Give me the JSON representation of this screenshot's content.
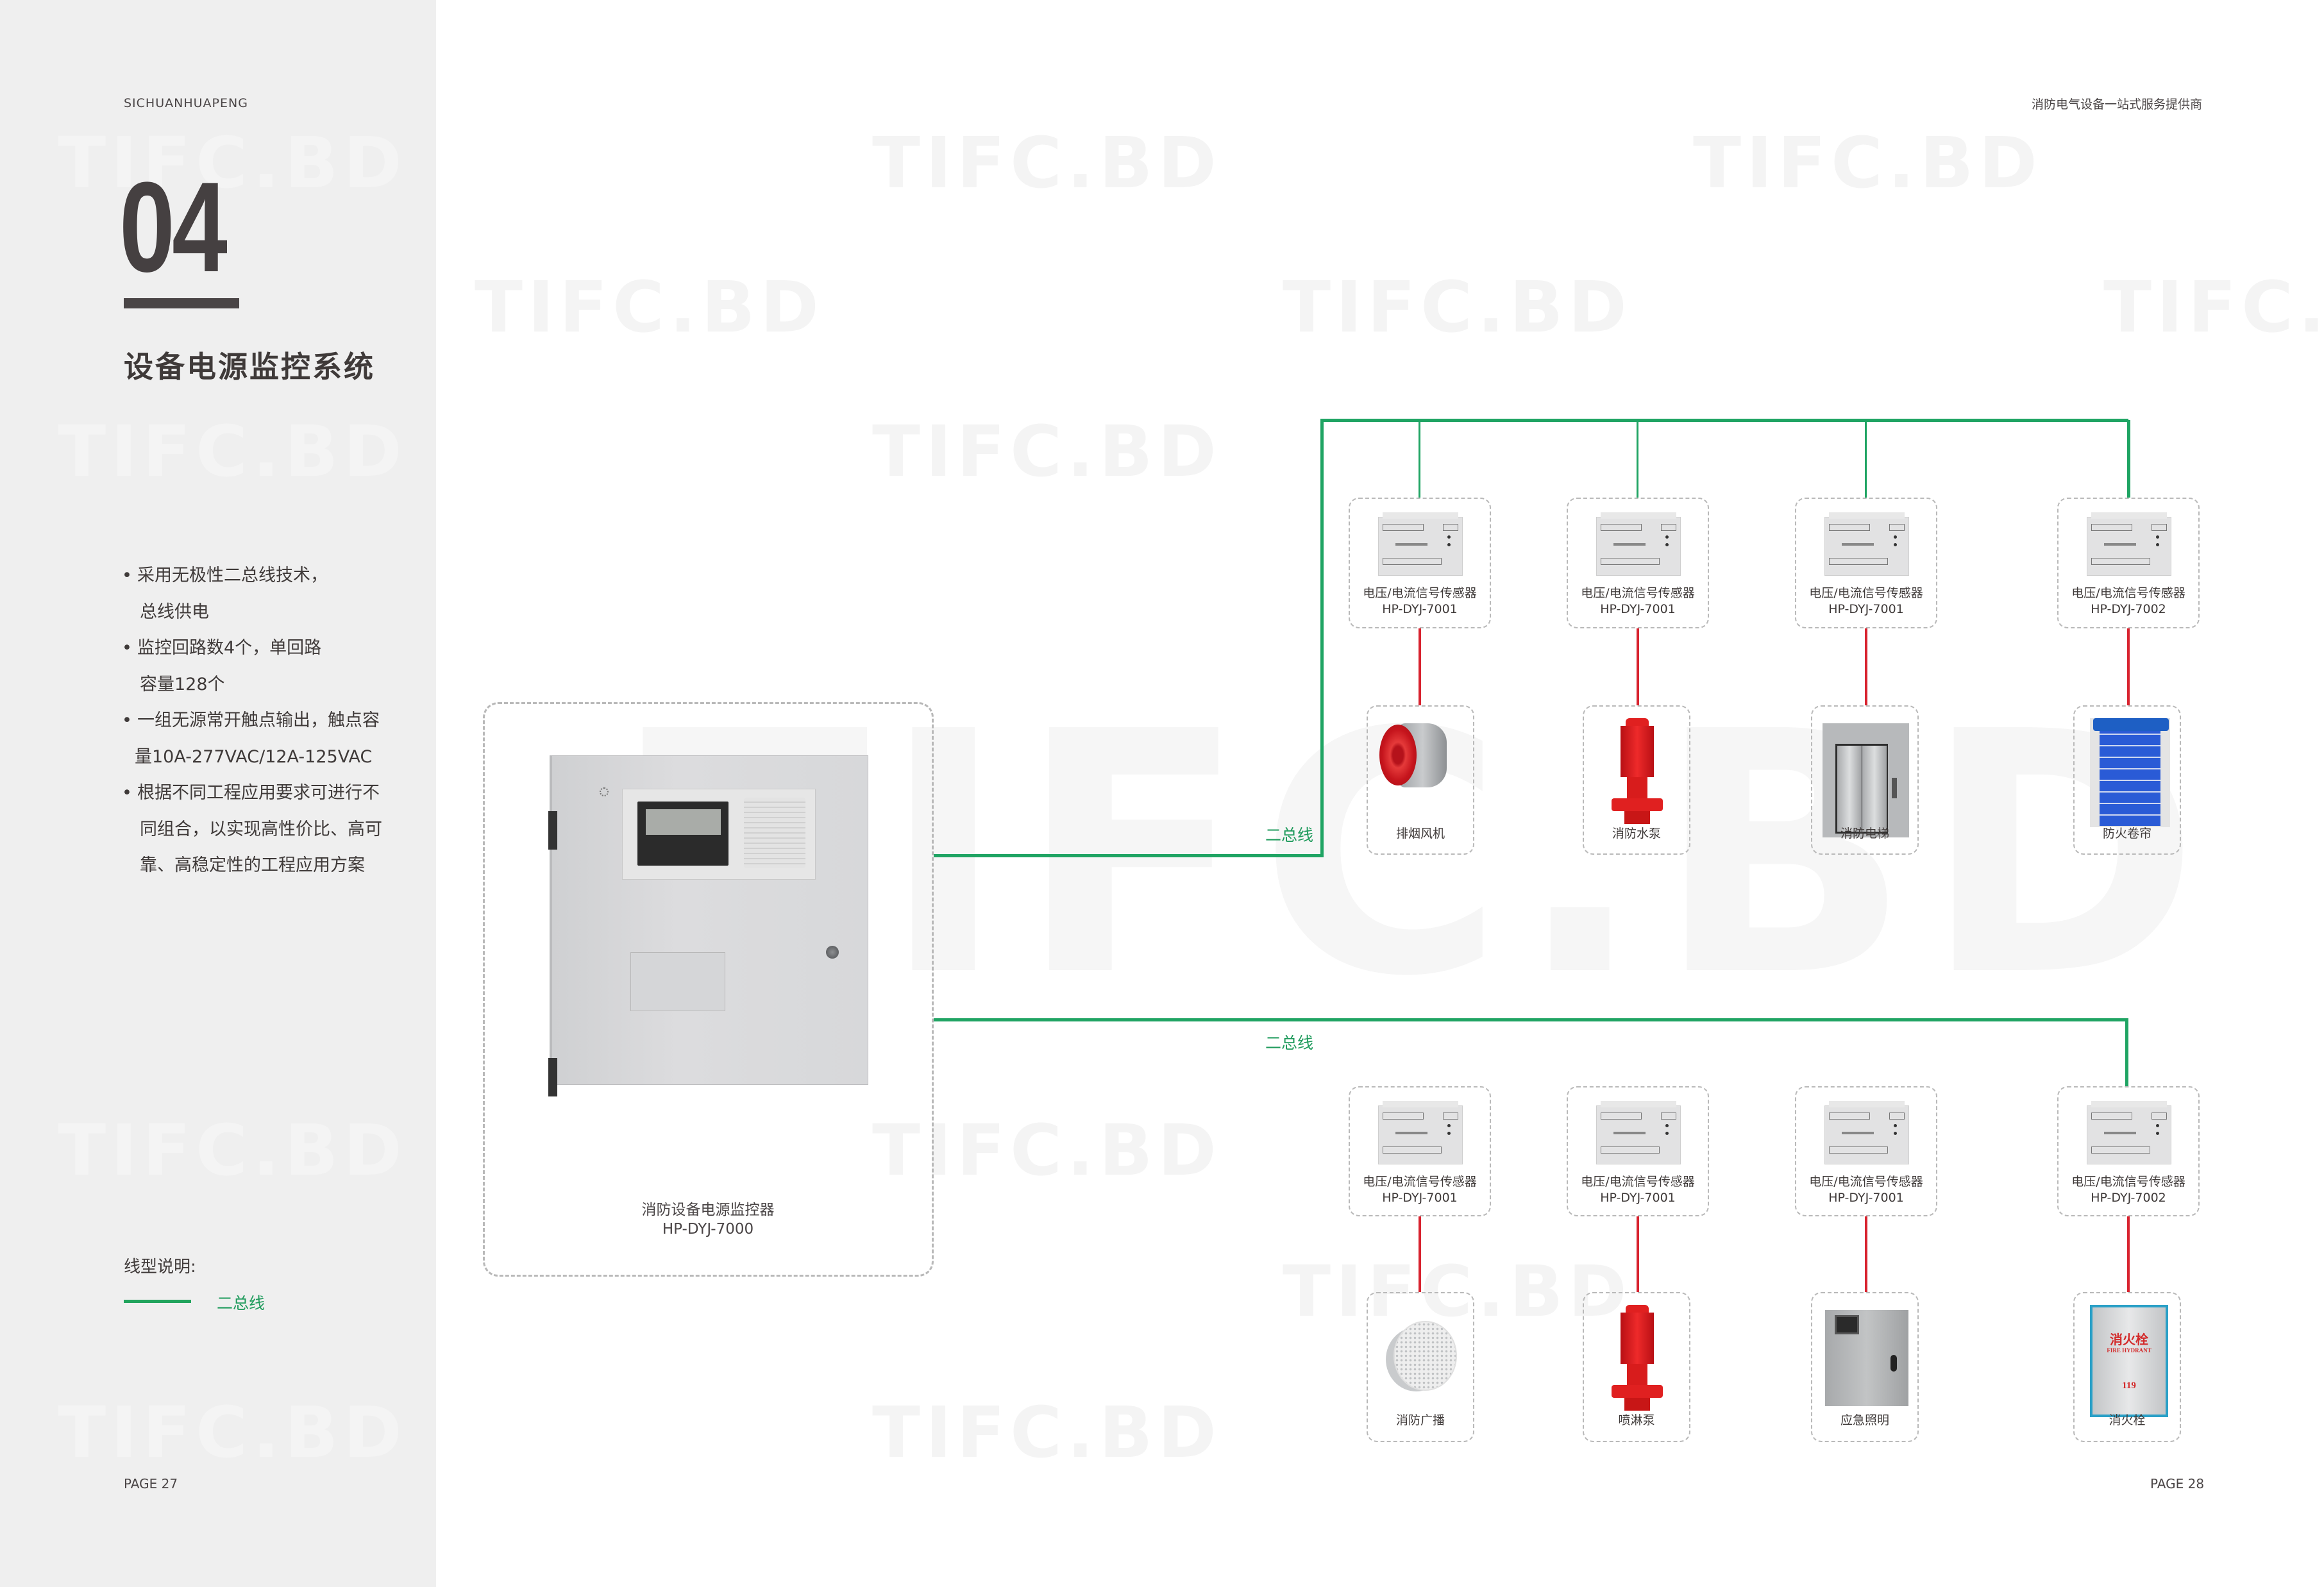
{
  "header": {
    "brand": "SICHUANHUAPENG",
    "tagline": "消防电气设备一站式服务提供商"
  },
  "section": {
    "number": "04",
    "title": "设备电源监控系统"
  },
  "features": [
    {
      "lines": [
        "采用无极性二总线技术，",
        "总线供电"
      ]
    },
    {
      "lines": [
        "监控回路数4个，单回路",
        "容量128个"
      ]
    },
    {
      "lines": [
        "一组无源常开触点输出，触点容",
        "量10A-277VAC/12A-125VAC"
      ]
    },
    {
      "lines": [
        "根据不同工程应用要求可进行不",
        "同组合，以实现高性价比、高可",
        "靠、高稳定性的工程应用方案"
      ]
    }
  ],
  "legend": {
    "title": "线型说明:",
    "items": [
      {
        "label": "二总线",
        "color": "#1fa463"
      }
    ]
  },
  "controller": {
    "name": "消防设备电源监控器",
    "model": "HP-DYJ-7000"
  },
  "buses": [
    {
      "label": "二总线",
      "branches": [
        {
          "sensor_name": "电压/电流信号传感器",
          "sensor_model": "HP-DYJ-7001",
          "device": "排烟风机",
          "device_icon": "smoke-exhaust-fan-icon"
        },
        {
          "sensor_name": "电压/电流信号传感器",
          "sensor_model": "HP-DYJ-7001",
          "device": "消防水泵",
          "device_icon": "fire-water-pump-icon"
        },
        {
          "sensor_name": "电压/电流信号传感器",
          "sensor_model": "HP-DYJ-7001",
          "device": "消防电梯",
          "device_icon": "fire-elevator-icon"
        },
        {
          "sensor_name": "电压/电流信号传感器",
          "sensor_model": "HP-DYJ-7002",
          "device": "防火卷帘",
          "device_icon": "fire-shutter-icon"
        }
      ]
    },
    {
      "label": "二总线",
      "branches": [
        {
          "sensor_name": "电压/电流信号传感器",
          "sensor_model": "HP-DYJ-7001",
          "device": "消防广播",
          "device_icon": "fire-speaker-icon"
        },
        {
          "sensor_name": "电压/电流信号传感器",
          "sensor_model": "HP-DYJ-7001",
          "device": "喷淋泵",
          "device_icon": "sprinkler-pump-icon"
        },
        {
          "sensor_name": "电压/电流信号传感器",
          "sensor_model": "HP-DYJ-7001",
          "device": "应急照明",
          "device_icon": "emergency-lighting-box-icon"
        },
        {
          "sensor_name": "电压/电流信号传感器",
          "sensor_model": "HP-DYJ-7002",
          "device": "消火栓",
          "device_icon": "fire-hydrant-cabinet-icon"
        }
      ]
    }
  ],
  "hydrant_sign": {
    "cn": "消火栓",
    "en": "FIRE HYDRANT",
    "phone": "119"
  },
  "watermark": "TIFC.BD",
  "pages": {
    "left": "PAGE 27",
    "right": "PAGE 28"
  },
  "colors": {
    "bus": "#1fa463",
    "link": "#d8232f",
    "panel_bg": "#efefef",
    "text": "#3f3a39"
  }
}
